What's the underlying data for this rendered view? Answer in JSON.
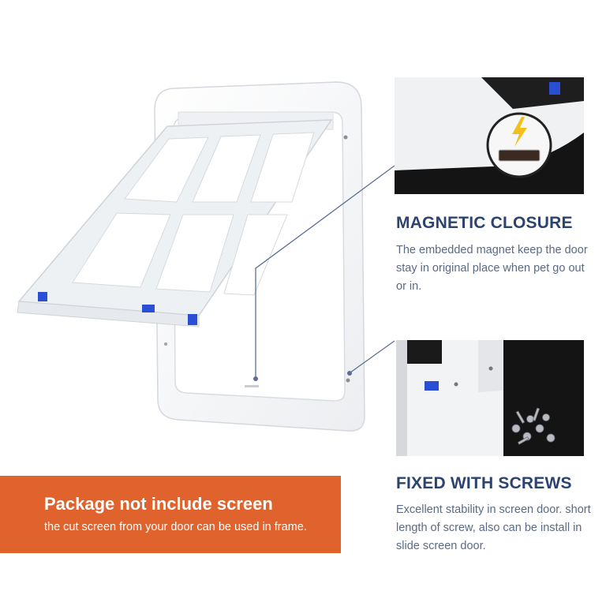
{
  "features": [
    {
      "title": "MAGNETIC CLOSURE",
      "description": "The embedded magnet keep the door stay in original place when pet go out or in."
    },
    {
      "title": "FIXED WITH SCREWS",
      "description": "Excellent stability in screen door. short length of screw, also can be install in slide screen door."
    }
  ],
  "banner": {
    "title": "Package not include screen",
    "subtitle": "the cut screen from your door can be used in frame."
  },
  "colors": {
    "title": "#2c4270",
    "description": "#5a6a86",
    "banner": "#e0622c",
    "latch": "#2a4fd4",
    "callout_line": "#5b6d98",
    "magnet_icon": "#f2c01e"
  },
  "icons": {
    "magnet_callout": "lightning-bolt-icon"
  }
}
